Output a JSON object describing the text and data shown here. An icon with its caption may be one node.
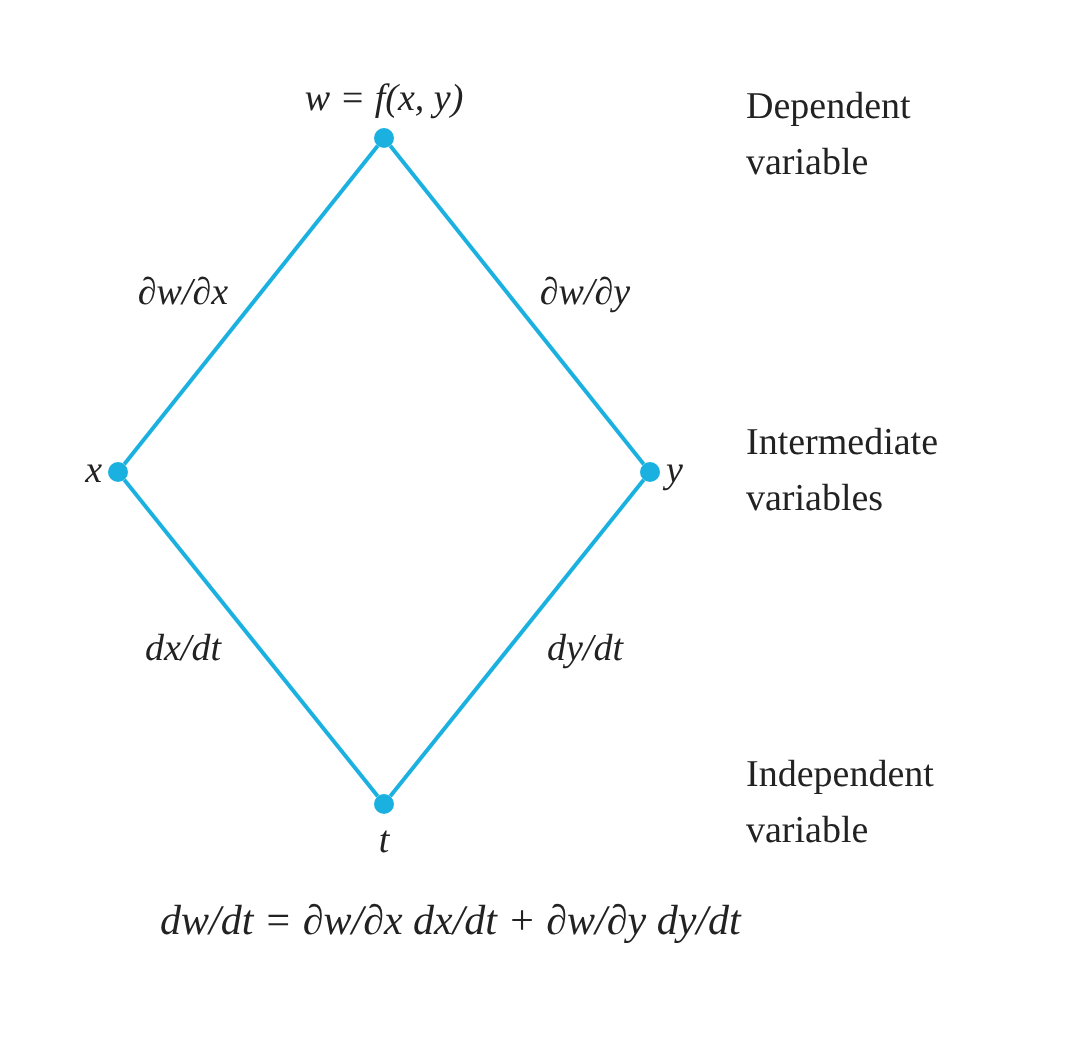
{
  "diagram": {
    "nodes": [
      {
        "text": [
          "w = f(x, y)"
        ]
      },
      {
        "text": [
          "x"
        ]
      },
      {
        "text": [
          "y"
        ]
      },
      {
        "text": [
          "t"
        ]
      }
    ],
    "edges": [
      {
        "from": 0,
        "to": 1,
        "arrow": "none",
        "label": "∂w/∂x"
      },
      {
        "from": 0,
        "to": 2,
        "arrow": "none",
        "label": "∂w/∂y"
      },
      {
        "from": 1,
        "to": 3,
        "arrow": "none",
        "label": "dx/dt"
      },
      {
        "from": 2,
        "to": 3,
        "arrow": "none",
        "label": "dy/dt"
      }
    ],
    "labels": [
      "Dependent variable",
      "Intermediate variables",
      "Independent variable",
      "dw/dt = ∂w/∂x dx/dt + ∂w/∂y dy/dt"
    ]
  }
}
